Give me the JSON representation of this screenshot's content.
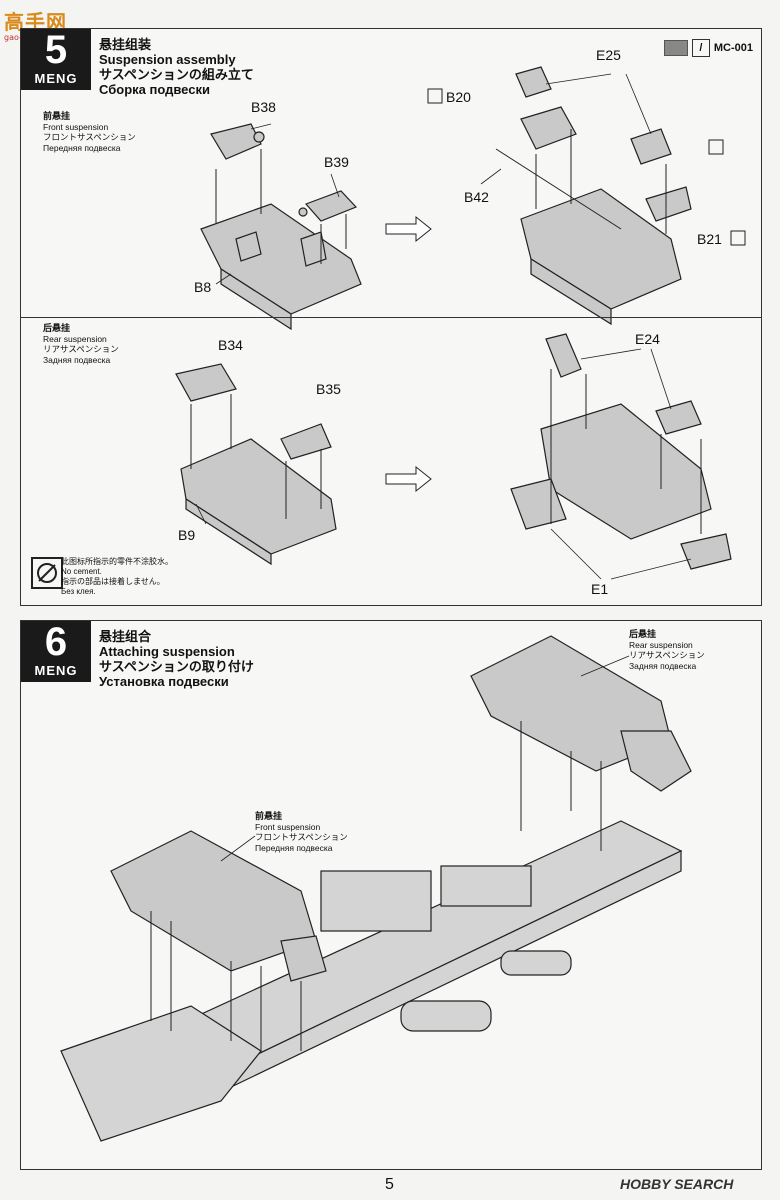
{
  "watermark": {
    "cn": "高手网",
    "url": "gao-shou.net"
  },
  "step5": {
    "number": "5",
    "brand": "MENG",
    "title_cn": "悬挂组装",
    "title_en": "Suspension assembly",
    "title_jp": "サスペンションの組み立て",
    "title_ru": "Сборка подвески",
    "paint_code": "MC-001",
    "front": {
      "cn": "前悬挂",
      "en": "Front suspension",
      "jp": "フロントサスペンション",
      "ru": "Передняя подвеска"
    },
    "rear": {
      "cn": "后悬挂",
      "en": "Rear suspension",
      "jp": "リアサスペンション",
      "ru": "Задняя подвеска"
    },
    "parts_front_left": [
      "B38",
      "B39",
      "B8"
    ],
    "parts_front_right": [
      "E25",
      "B20",
      "B42",
      "B21"
    ],
    "parts_rear_left": [
      "B34",
      "B35",
      "B9"
    ],
    "parts_rear_right": [
      "E24",
      "E1"
    ],
    "nocement": {
      "cn": "此图标所指示的零件不涂胶水。",
      "en": "No cement.",
      "jp": "指示の部品は接着しません。",
      "ru": "Без клея."
    }
  },
  "step6": {
    "number": "6",
    "brand": "MENG",
    "title_cn": "悬挂组合",
    "title_en": "Attaching suspension",
    "title_jp": "サスペンションの取り付け",
    "title_ru": "Установка подвески",
    "rear": {
      "cn": "后悬挂",
      "en": "Rear suspension",
      "jp": "リアサスペンション",
      "ru": "Задняя подвеска"
    },
    "front": {
      "cn": "前悬挂",
      "en": "Front suspension",
      "jp": "フロントサスペンション",
      "ru": "Передняя подвеска"
    }
  },
  "page_number": "5",
  "footer_brand": "HOBBY SEARCH"
}
